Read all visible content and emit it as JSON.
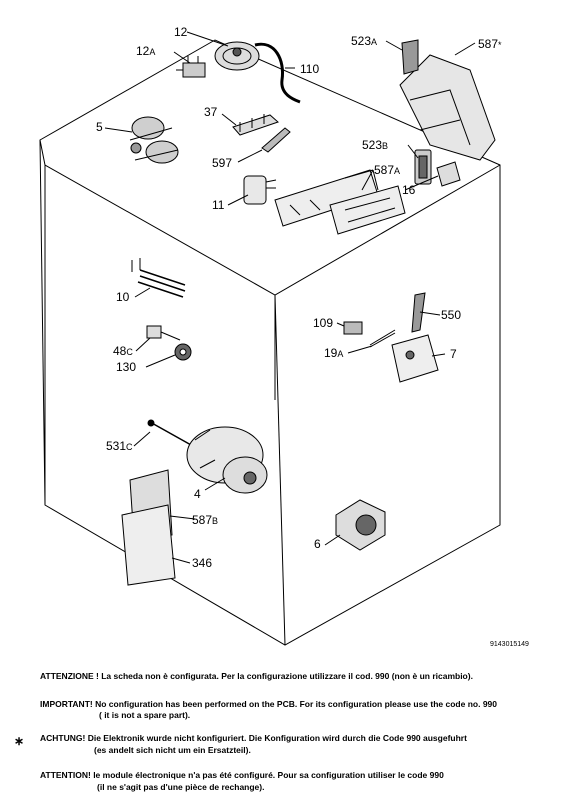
{
  "diagram": {
    "document_number": "9143015149",
    "parts": [
      {
        "id": "12",
        "suffix": ""
      },
      {
        "id": "12",
        "suffix": "A"
      },
      {
        "id": "110",
        "suffix": ""
      },
      {
        "id": "5",
        "suffix": ""
      },
      {
        "id": "37",
        "suffix": ""
      },
      {
        "id": "597",
        "suffix": ""
      },
      {
        "id": "11",
        "suffix": ""
      },
      {
        "id": "523",
        "suffix": "A"
      },
      {
        "id": "587",
        "suffix": "*"
      },
      {
        "id": "523",
        "suffix": "B"
      },
      {
        "id": "587",
        "suffix": "A"
      },
      {
        "id": "16",
        "suffix": ""
      },
      {
        "id": "10",
        "suffix": ""
      },
      {
        "id": "48",
        "suffix": "C"
      },
      {
        "id": "130",
        "suffix": ""
      },
      {
        "id": "109",
        "suffix": ""
      },
      {
        "id": "550",
        "suffix": ""
      },
      {
        "id": "19",
        "suffix": "A"
      },
      {
        "id": "7",
        "suffix": ""
      },
      {
        "id": "531",
        "suffix": "C"
      },
      {
        "id": "4",
        "suffix": ""
      },
      {
        "id": "587",
        "suffix": "B"
      },
      {
        "id": "346",
        "suffix": ""
      },
      {
        "id": "6",
        "suffix": ""
      }
    ]
  },
  "notes": {
    "italian": "ATTENZIONE ! La scheda non è configurata. Per la configurazione utilizzare il cod. 990 (non è un ricambio).",
    "english_1": "IMPORTANT! No configuration has been performed on the PCB. For its configuration please use the code no. 990",
    "english_2": "( it is not a spare part).",
    "german_1": "ACHTUNG! Die Elektronik wurde nicht konfiguriert. Die Konfiguration wird durch die Code 990 ausgefuhrt",
    "german_2": "(es andelt sich nicht um ein Ersatzteil).",
    "french_1": "ATTENTION! le module électronique n'a pas été configuré. Pour  sa configuration utiliser le code 990",
    "french_2": "(il ne s'agit pas d'une pièce de rechange).",
    "asterisk": "∗"
  }
}
